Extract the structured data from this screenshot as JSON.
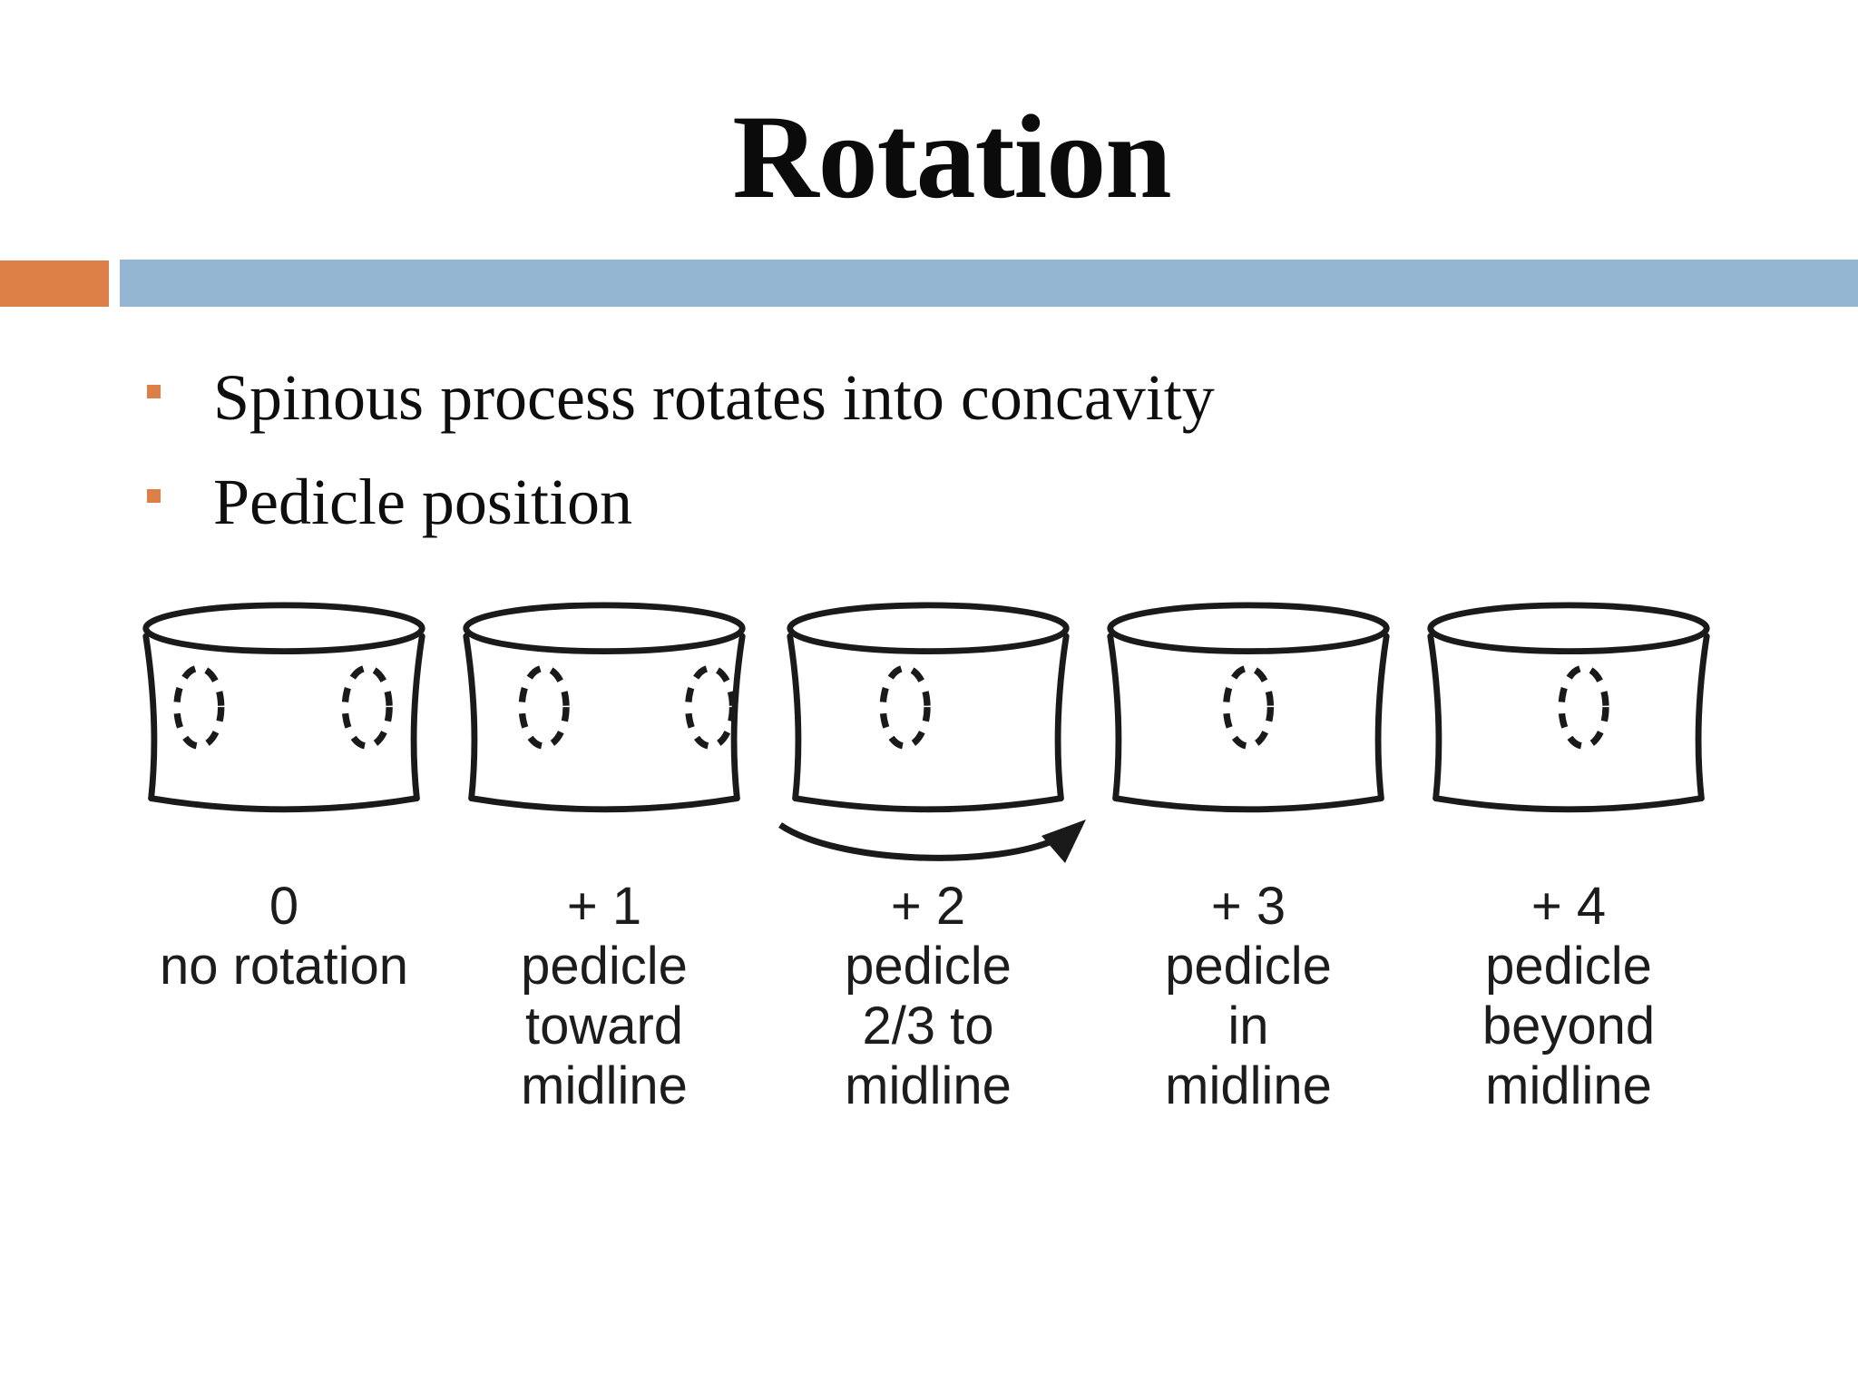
{
  "slide": {
    "title": "Rotation",
    "bullets": [
      "Spinous process rotates into concavity",
      "Pedicle position"
    ],
    "colors": {
      "accent_orange": "#DD8047",
      "accent_blue": "#94B6D2",
      "ink": "#1a1a1a"
    }
  },
  "diagram": {
    "description": "pedicle-rotation-grades",
    "grades": [
      {
        "grade": "0",
        "label_lines": [
          "no rotation"
        ],
        "pedicle_positions": [
          0.21,
          0.786
        ],
        "curved_arrow": false
      },
      {
        "grade": "+ 1",
        "label_lines": [
          "pedicle",
          "toward",
          "midline"
        ],
        "pedicle_positions": [
          0.295,
          0.863
        ],
        "curved_arrow": false
      },
      {
        "grade": "+ 2",
        "label_lines": [
          "pedicle",
          "2/3 to",
          "midline"
        ],
        "pedicle_positions": [
          0.42
        ],
        "curved_arrow": true
      },
      {
        "grade": "+ 3",
        "label_lines": [
          "pedicle",
          "in",
          "midline"
        ],
        "pedicle_positions": [
          0.5
        ],
        "curved_arrow": false
      },
      {
        "grade": "+ 4",
        "label_lines": [
          "pedicle",
          "beyond",
          "midline"
        ],
        "pedicle_positions": [
          0.55
        ],
        "curved_arrow": false
      }
    ]
  }
}
